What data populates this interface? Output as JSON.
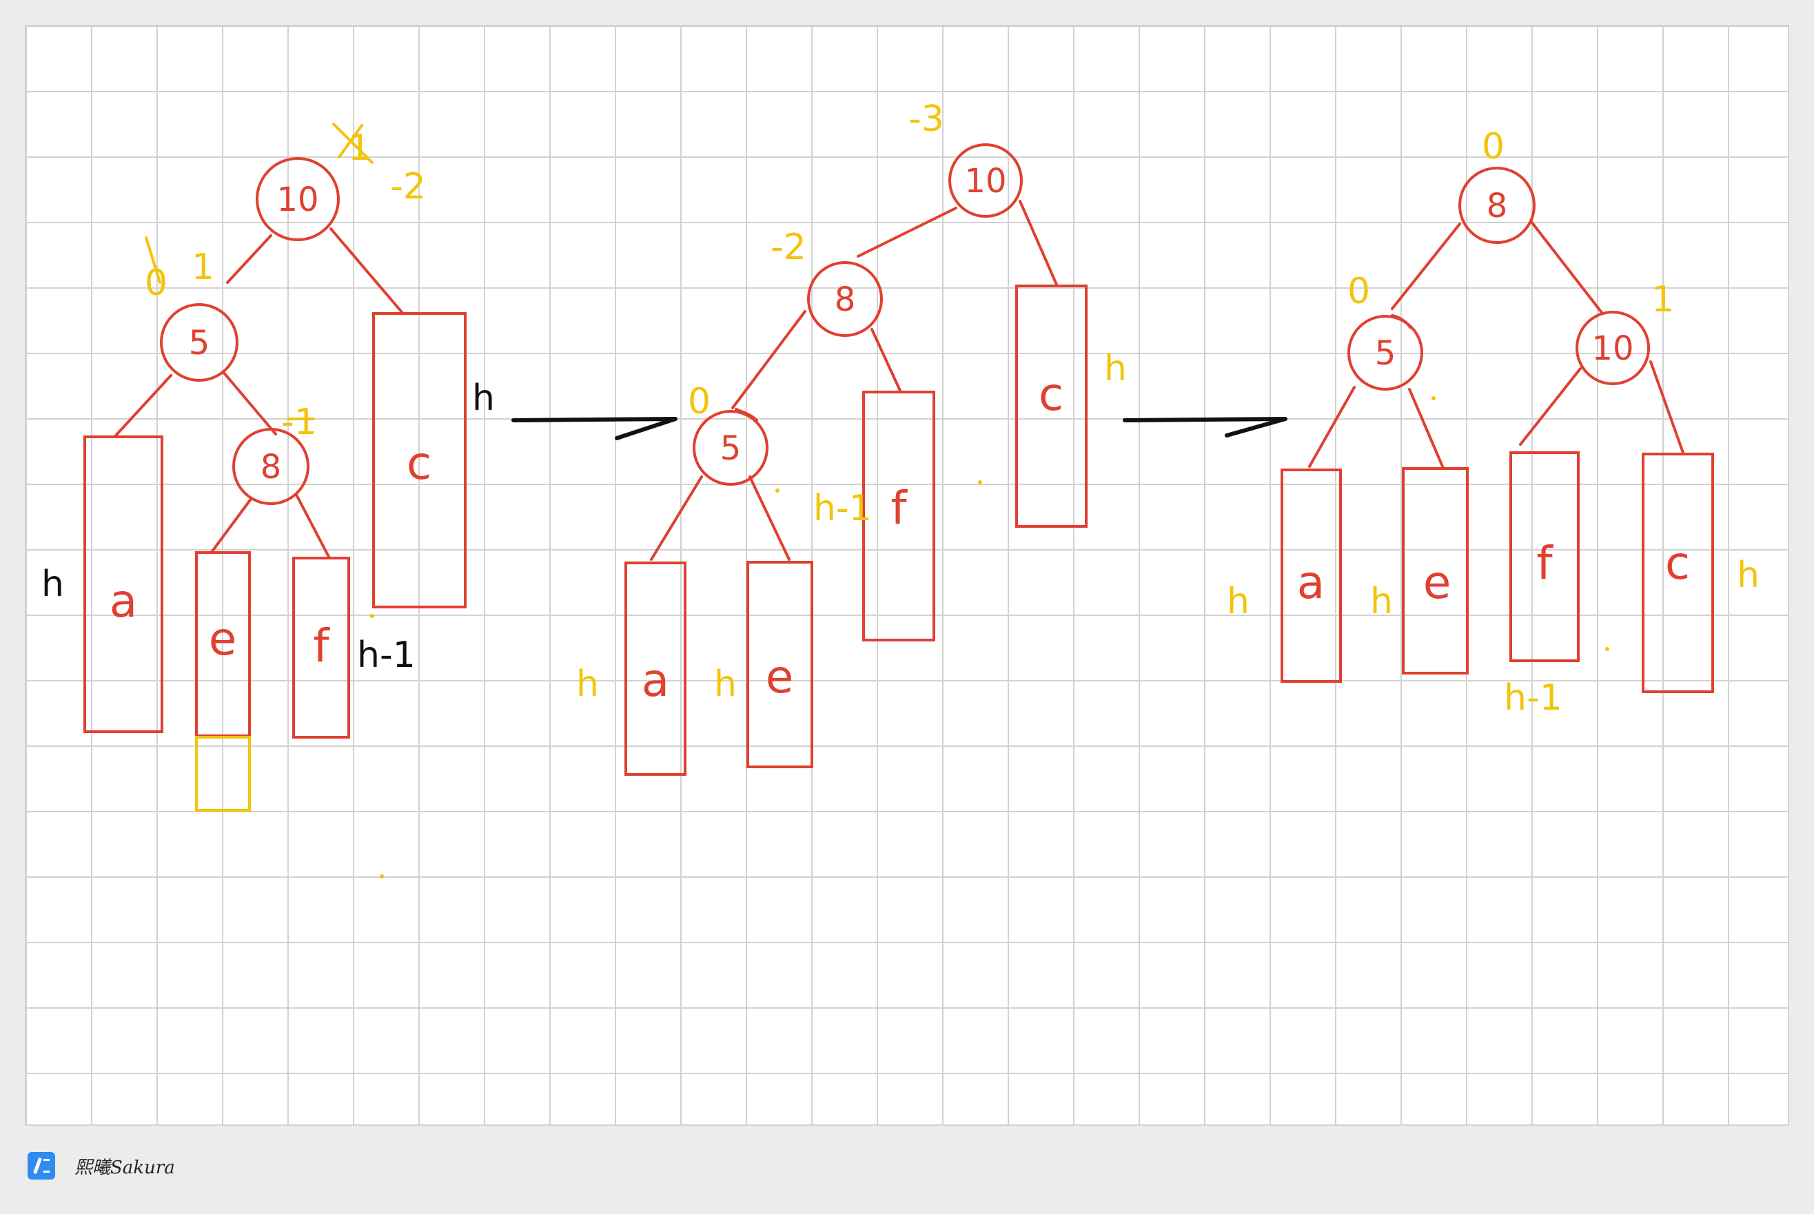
{
  "diagram": {
    "colors": {
      "tree": "#e04030",
      "annotation": "#f2c40c",
      "ink": "#111111",
      "grid": "#d2d2d2"
    },
    "tree1": {
      "nodes": {
        "n10": "10",
        "n5": "5",
        "n8": "8"
      },
      "subtrees": {
        "a": "a",
        "e": "e",
        "f": "f",
        "c": "c"
      },
      "annotations": {
        "old_balance_root": "1",
        "balance_root": "-2",
        "old_balance_5": "0",
        "balance_5": "1",
        "balance_8": "-1",
        "h_a": "h",
        "h_c": "h",
        "h_f": "h-1"
      }
    },
    "tree2": {
      "nodes": {
        "n10": "10",
        "n8": "8",
        "n5": "5"
      },
      "subtrees": {
        "a": "a",
        "e": "e",
        "f": "f",
        "c": "c"
      },
      "annotations": {
        "balance_root": "-3",
        "balance_8": "-2",
        "balance_5": "0",
        "h_a": "h",
        "h_e": "h",
        "h_f": "h-1",
        "h_c": "h"
      }
    },
    "tree3": {
      "nodes": {
        "n8": "8",
        "n5": "5",
        "n10": "10"
      },
      "subtrees": {
        "a": "a",
        "e": "e",
        "f": "f",
        "c": "c"
      },
      "annotations": {
        "balance_root": "0",
        "balance_5": "0",
        "balance_10": "1",
        "h_a": "h",
        "h_e": "h",
        "h_f": "h-1",
        "h_c": "h"
      }
    }
  },
  "watermark": {
    "author": "熙曦Sakura",
    "icon": "notes-app-icon"
  }
}
